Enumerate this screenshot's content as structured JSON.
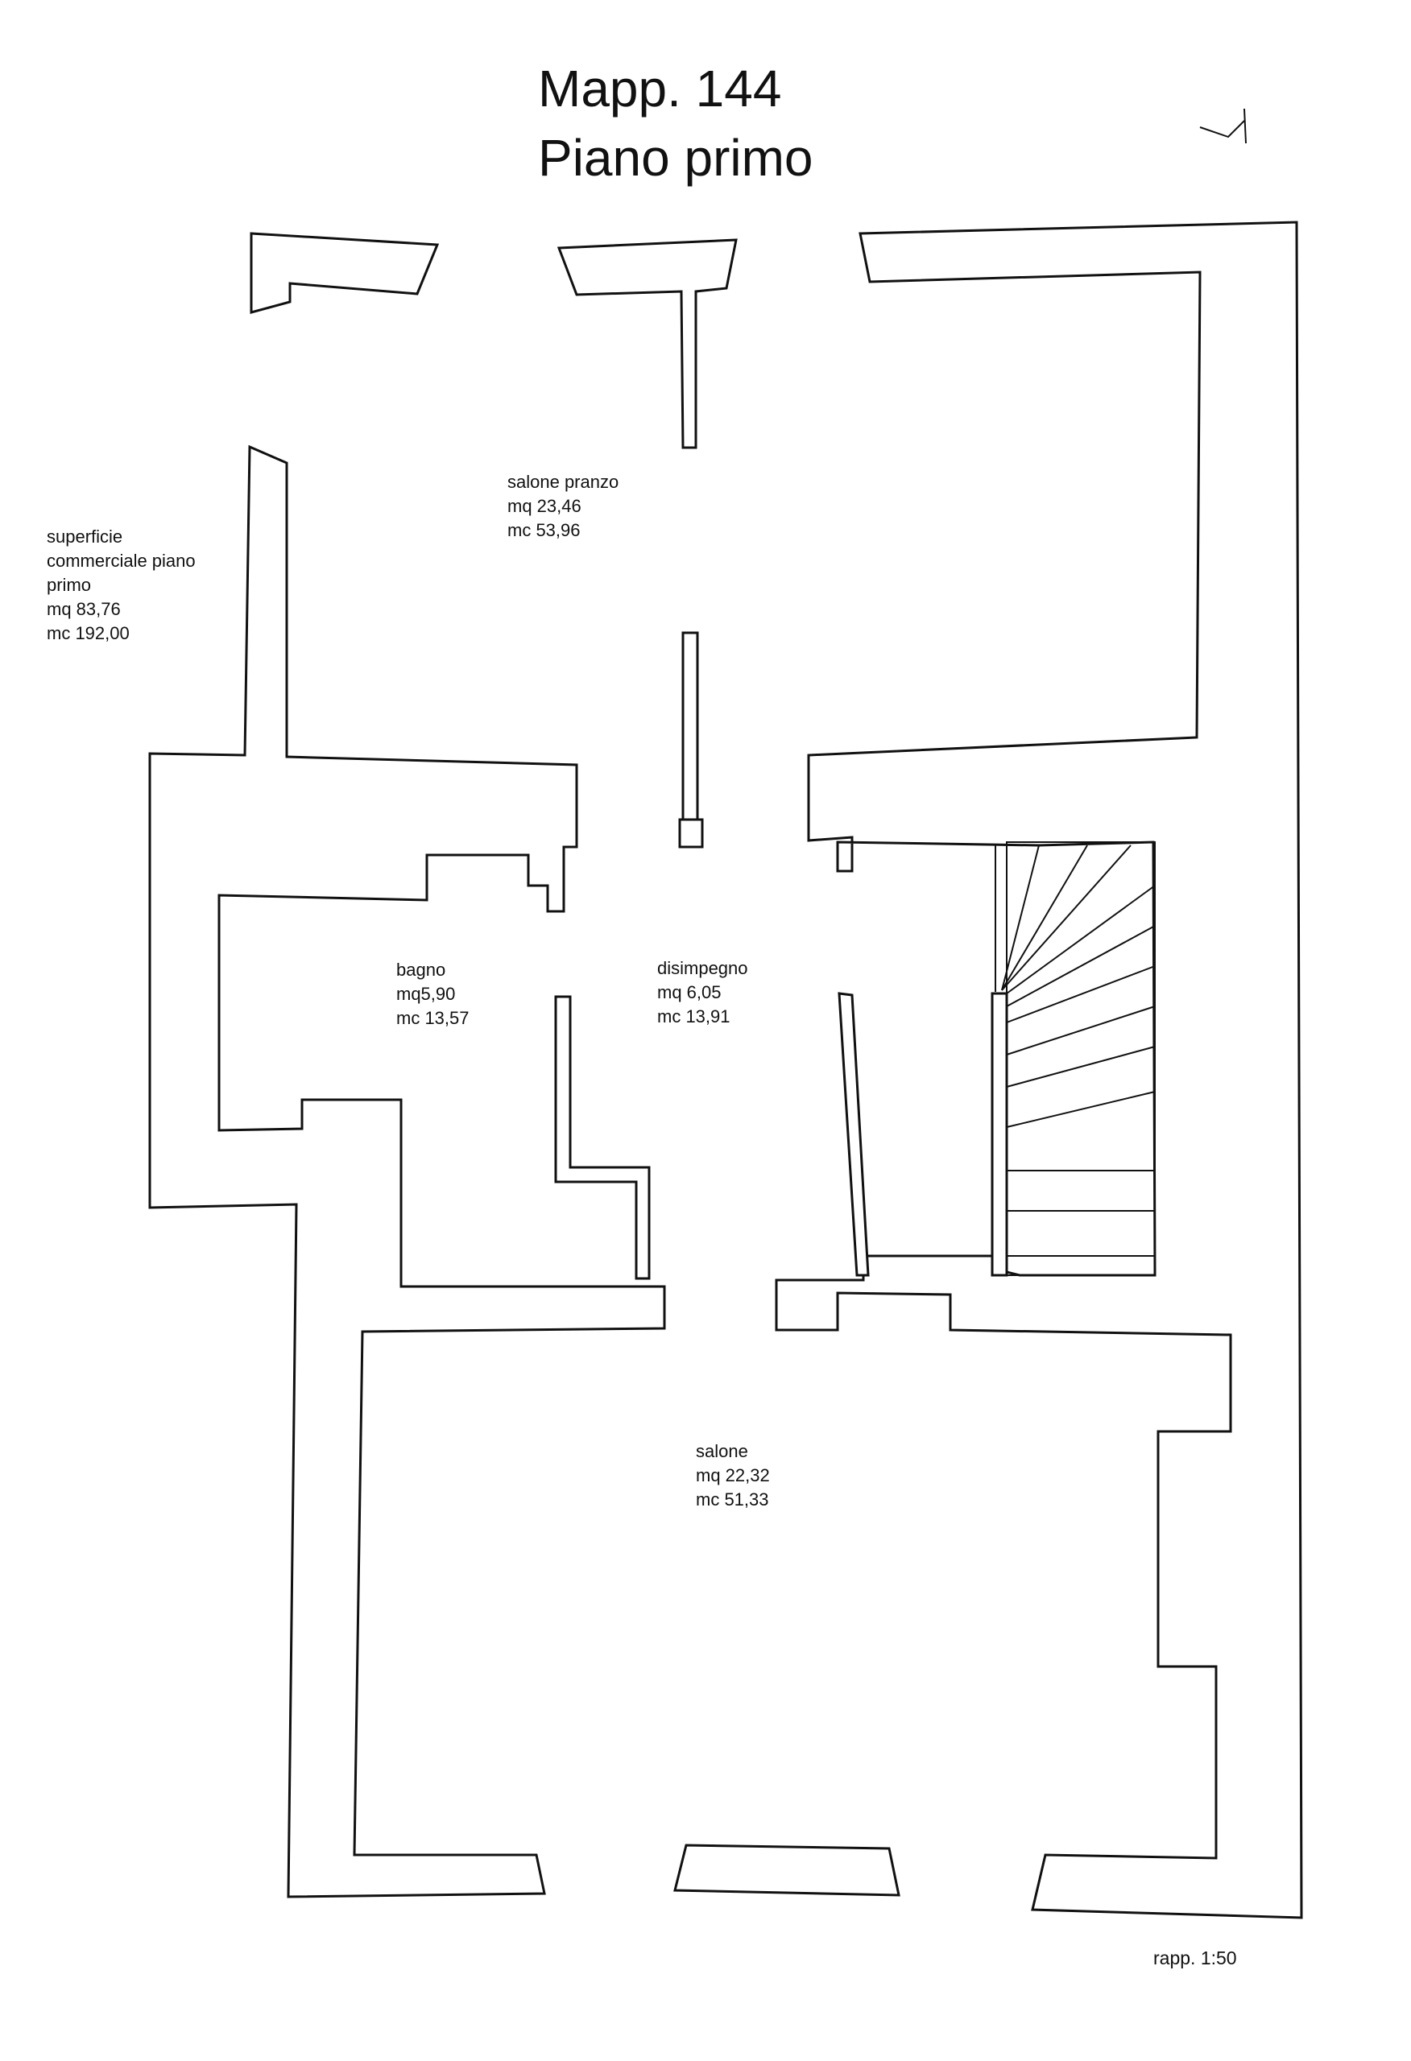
{
  "title": {
    "line1": "Mapp. 144",
    "line2": "Piano primo"
  },
  "summary": {
    "line1": "superficie",
    "line2": "commerciale piano",
    "line3": "primo",
    "area": "mq 83,76",
    "volume": "mc 192,00"
  },
  "rooms": {
    "salone_pranzo": {
      "name": "salone pranzo",
      "area": "mq 23,46",
      "volume": "mc 53,96"
    },
    "bagno": {
      "name": "bagno",
      "area": "mq5,90",
      "volume": "mc 13,57"
    },
    "disimpegno": {
      "name": "disimpegno",
      "area": "mq 6,05",
      "volume": "mc 13,91"
    },
    "salone": {
      "name": "salone",
      "area": "mq 22,32",
      "volume": "mc 51,33"
    }
  },
  "scale": "rapp. 1:50",
  "colors": {
    "ink": "#111111",
    "paper": "#ffffff"
  }
}
